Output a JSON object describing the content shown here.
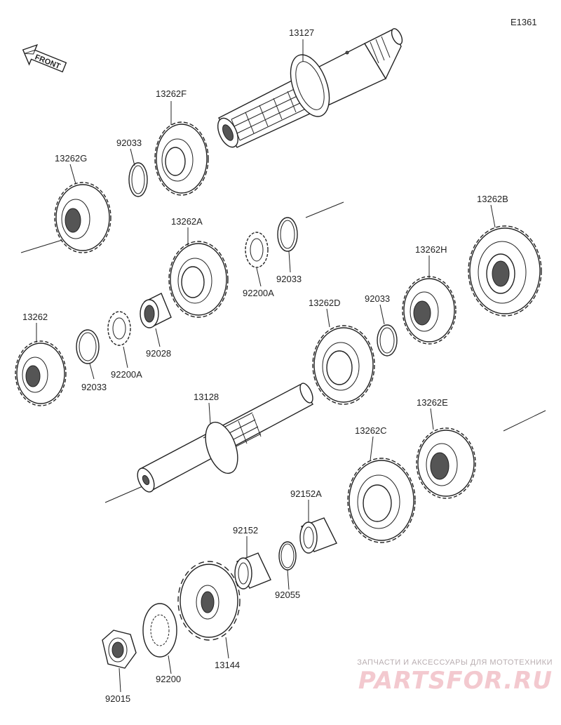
{
  "diagram": {
    "code": "E1361",
    "front_label": "FRONT",
    "parts": [
      {
        "id": "13127"
      },
      {
        "id": "13262F"
      },
      {
        "id": "92033"
      },
      {
        "id": "13262G"
      },
      {
        "id": "13262A"
      },
      {
        "id": "92200A"
      },
      {
        "id": "92033"
      },
      {
        "id": "13262B"
      },
      {
        "id": "13262H"
      },
      {
        "id": "13262"
      },
      {
        "id": "92033"
      },
      {
        "id": "92200A"
      },
      {
        "id": "92028"
      },
      {
        "id": "13262D"
      },
      {
        "id": "92033"
      },
      {
        "id": "13128"
      },
      {
        "id": "13262E"
      },
      {
        "id": "13262C"
      },
      {
        "id": "92152A"
      },
      {
        "id": "92152"
      },
      {
        "id": "92055"
      },
      {
        "id": "13144"
      },
      {
        "id": "92200"
      },
      {
        "id": "92015"
      }
    ]
  },
  "watermark": {
    "tagline": "ЗАПЧАСТИ И АКСЕССУАРЫ ДЛЯ МОТОТЕХНИКИ",
    "brand": "PARTSFOR.RU"
  }
}
